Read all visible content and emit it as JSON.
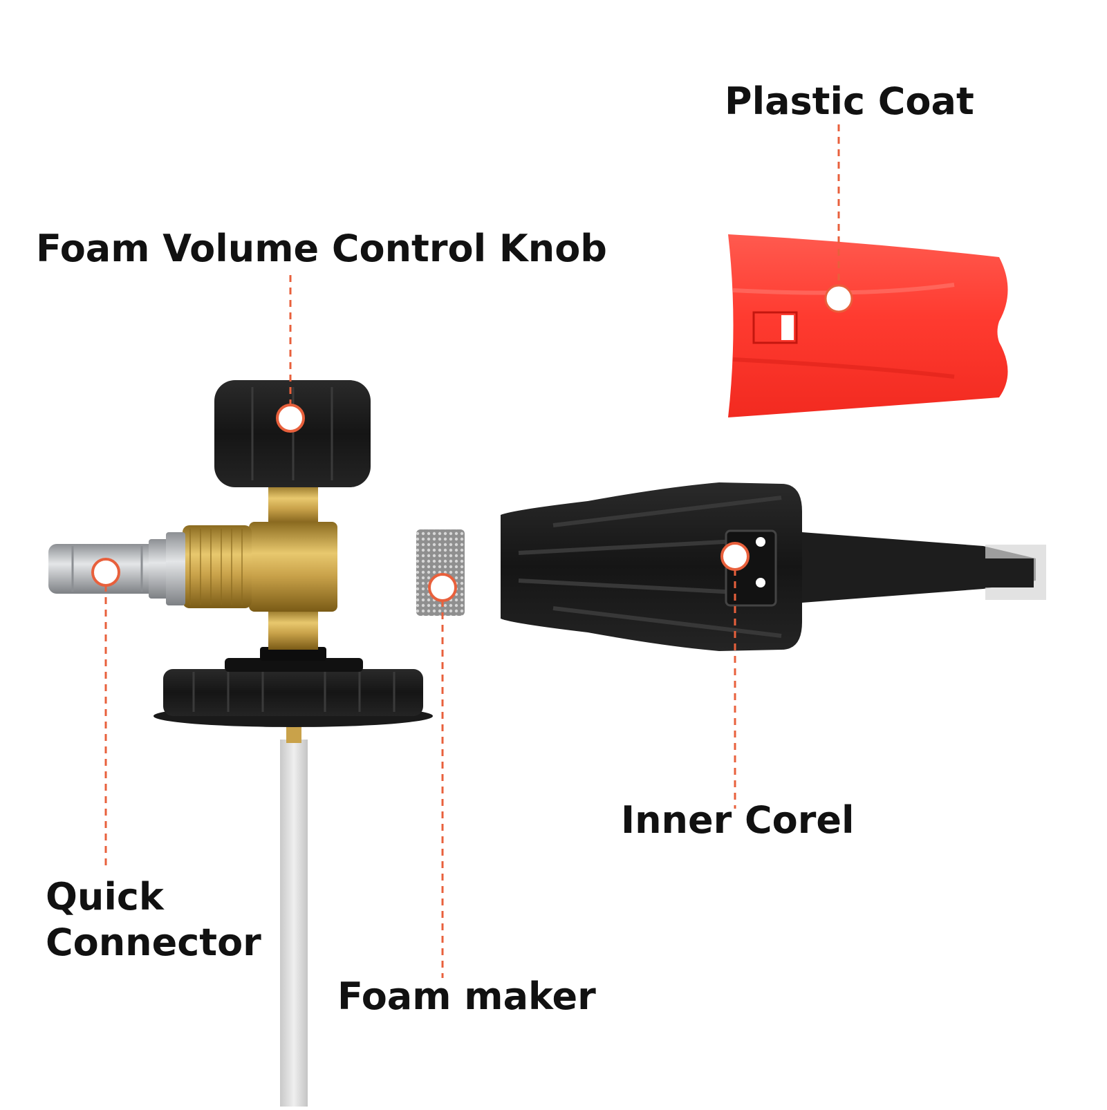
{
  "labels": {
    "plastic_coat": "Plastic Coat",
    "foam_volume_control_knob": "Foam Volume Control Knob",
    "inner_corel": "Inner Corel",
    "quick_connector_line1": "Quick",
    "quick_connector_line2": "Connector",
    "foam_maker": "Foam maker"
  },
  "colors": {
    "leader_line": "#e8603c",
    "marker_ring": "#e8603c",
    "marker_fill": "#ffffff",
    "plastic_coat": "#f4342b",
    "knob_black": "#1c1c1c",
    "brass": "#c9a24a",
    "steel": "#b9bcc0",
    "tube": "#dcdcdc",
    "foam_mesh": "#9d9d9d"
  }
}
